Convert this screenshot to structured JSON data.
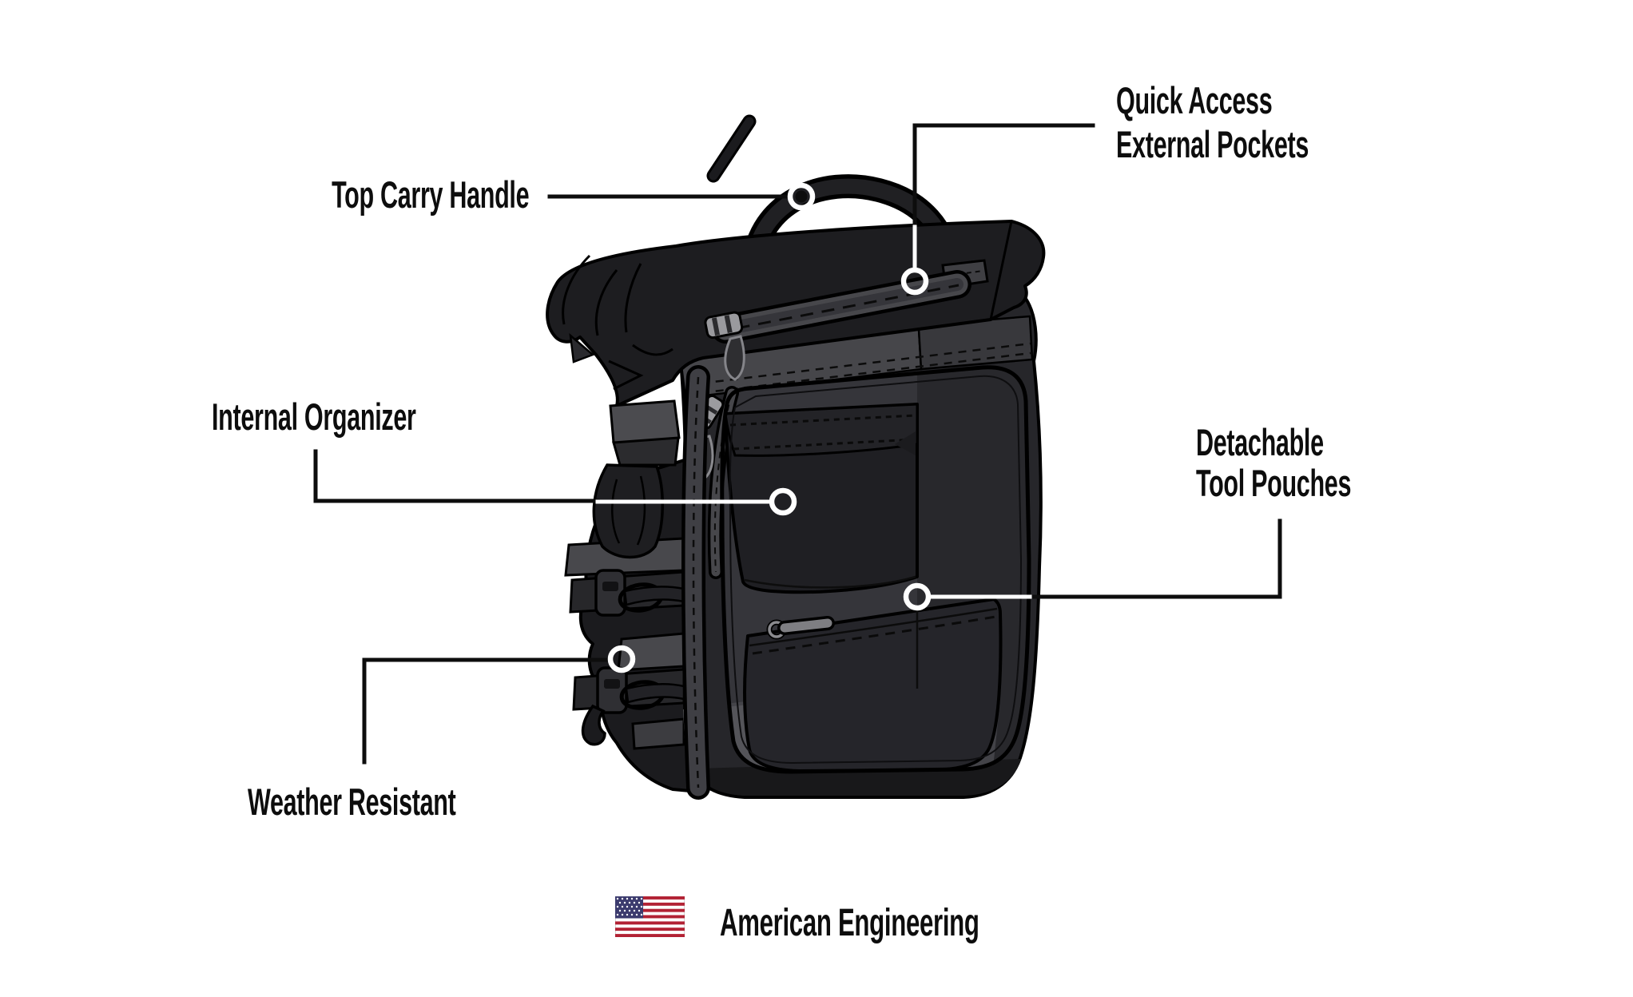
{
  "diagram": {
    "subject": "rolltop-backpack-illustration",
    "callouts": {
      "top_carry_handle": {
        "label": "Top Carry Handle"
      },
      "quick_access": {
        "line1": "Quick Access",
        "line2": "External Pockets"
      },
      "internal_organizer": {
        "label": "Internal Organizer"
      },
      "detachable_tool_pouches": {
        "line1": "Detachable",
        "line2": "Tool Pouches"
      },
      "weather_resistant": {
        "label": "Weather Resistant"
      }
    },
    "footer": {
      "label": "American Engineering",
      "icon": "us-flag-icon"
    },
    "colors": {
      "background": "#ffffff",
      "text": "#0d0d0d",
      "leader_line_on_white": "#0d0d0d",
      "leader_line_on_bag": "#ffffff",
      "marker_ring": "#ffffff",
      "bag_outline": "#000000",
      "bag_dark": "#1d1d20",
      "bag_body": "#26262a",
      "bag_panel_gray": "#47474b",
      "window_light": "#3a3a3f",
      "window_floor": "#46464b",
      "zipper_tape": "#47474b",
      "flag_red": "#b22234",
      "flag_blue": "#3c3b6e",
      "flag_white": "#ffffff"
    }
  }
}
